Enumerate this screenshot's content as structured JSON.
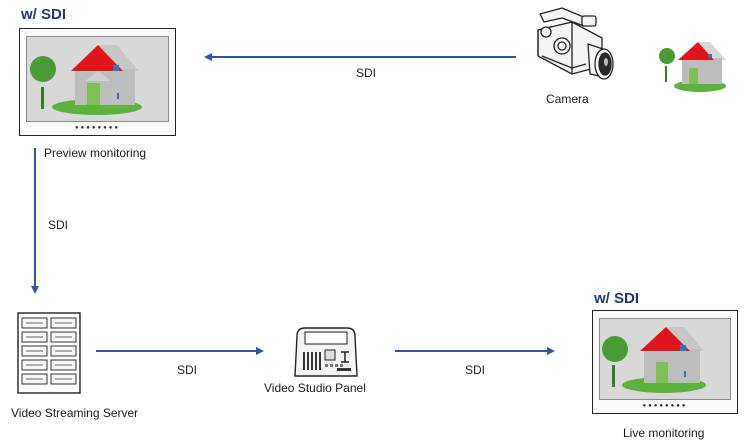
{
  "headings": {
    "top_left": "w/ SDI",
    "bottom_right": "w/ SDI"
  },
  "labels": {
    "preview_monitoring": "Preview monitoring",
    "camera": "Camera",
    "video_streaming_server": "Video Streaming Server",
    "video_studio_panel": "Video Studio Panel",
    "live_monitoring": "Live monitoring"
  },
  "connections": {
    "camera_to_preview": "SDI",
    "preview_to_server": "SDI",
    "server_to_panel": "SDI",
    "panel_to_live": "SDI"
  },
  "colors": {
    "arrow": "#2e56a6",
    "heading": "#1f3a78",
    "roof": "#e0151b",
    "grass": "#5cb23c",
    "tree": "#4a9a35",
    "house": "#bdbdbd",
    "door": "#7fbf5a",
    "window": "#3b6fc4"
  },
  "icons": {
    "monitor": "monitor-icon",
    "camera": "video-camera-icon",
    "server": "server-rack-icon",
    "panel": "studio-panel-icon",
    "scene": "house-scene-icon"
  }
}
